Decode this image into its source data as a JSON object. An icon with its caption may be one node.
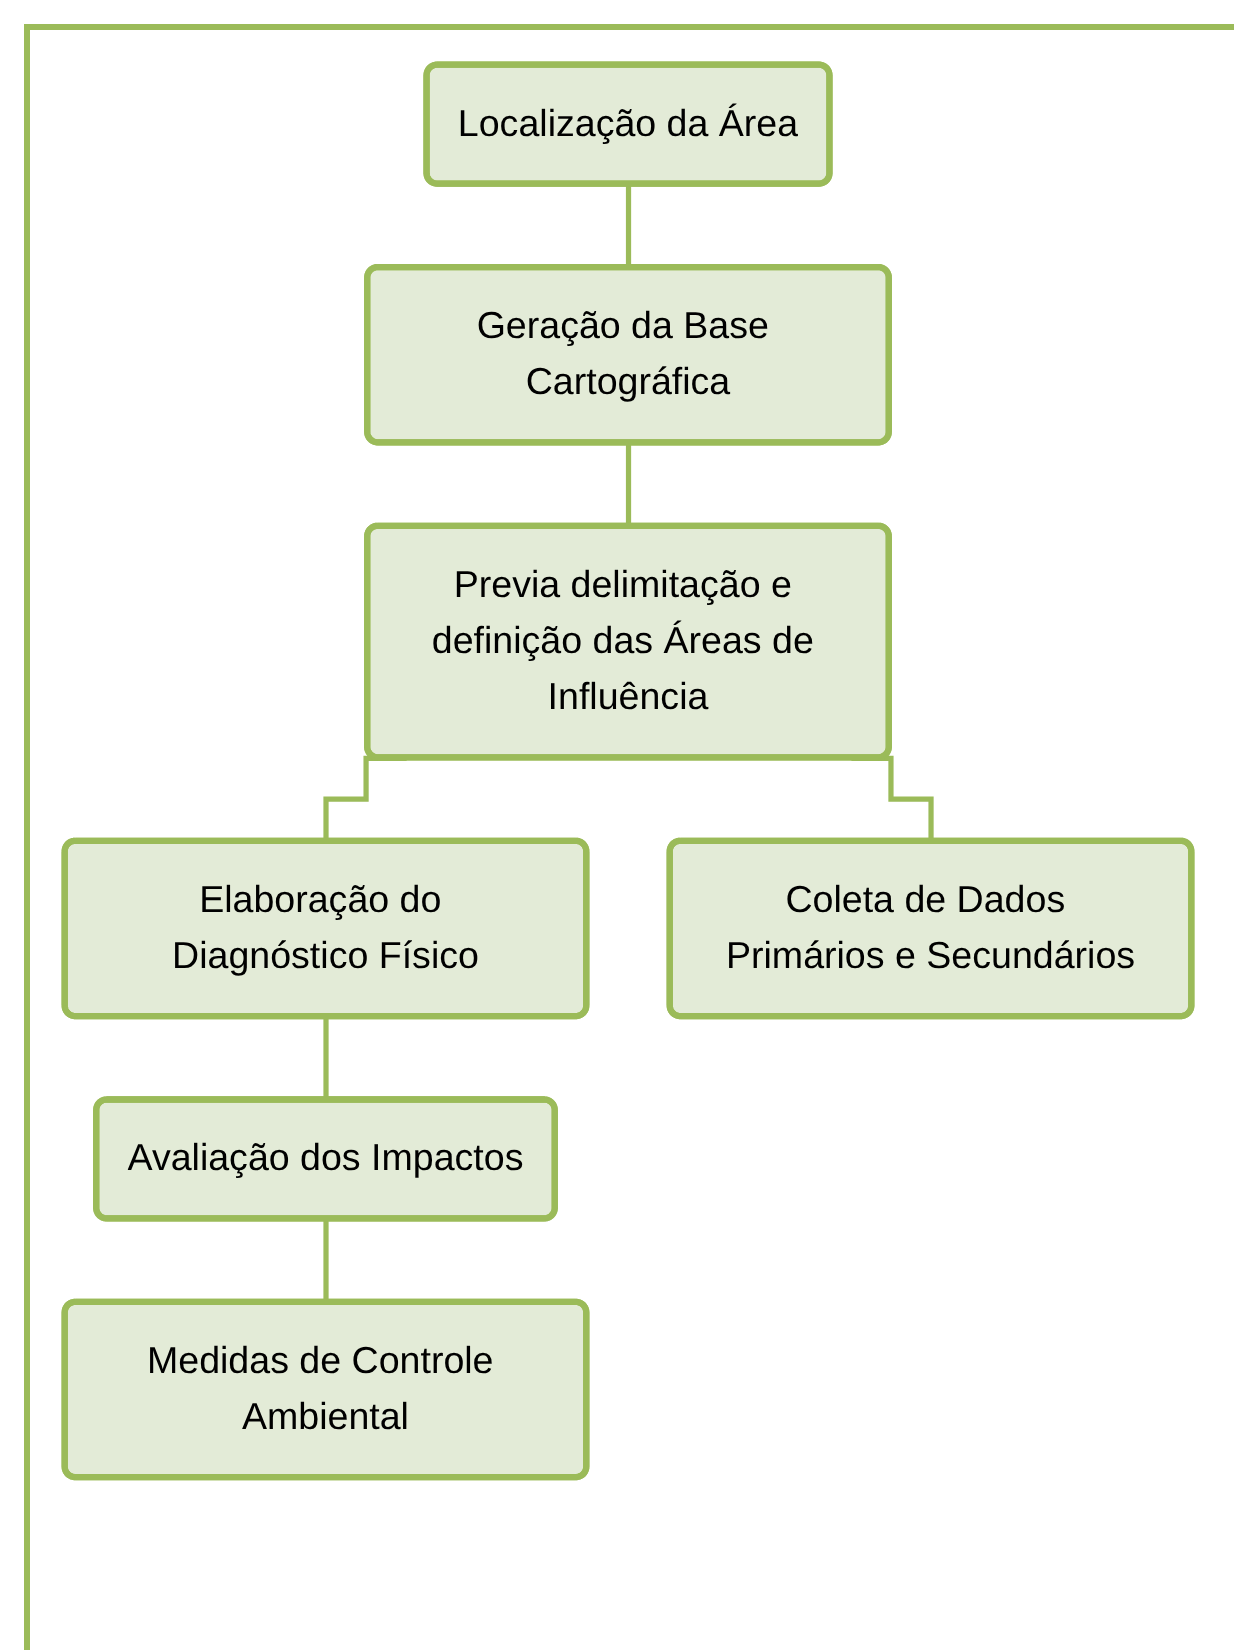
{
  "diagram": {
    "nodes": [
      {
        "text": [
          "Localização da Área"
        ]
      },
      {
        "text": [
          "Geração da Base Cartográfica"
        ]
      },
      {
        "text": [
          "Previa delimitação e definição das Áreas de Influência"
        ]
      },
      {
        "text": [
          "Elaboração do Diagnóstico Físico"
        ]
      },
      {
        "text": [
          "Coleta de Dados Primários e Secundários"
        ]
      },
      {
        "text": [
          "Avaliação dos Impactos"
        ]
      },
      {
        "text": [
          "Medidas de Controle Ambiental"
        ]
      }
    ],
    "edges": [
      {
        "from": 0,
        "to": 1,
        "arrow": "none"
      },
      {
        "from": 1,
        "to": 2,
        "arrow": "none"
      },
      {
        "from": 2,
        "to": 3,
        "arrow": "none"
      },
      {
        "from": 2,
        "to": 4,
        "arrow": "none"
      },
      {
        "from": 3,
        "to": 5,
        "arrow": "none"
      },
      {
        "from": 5,
        "to": 6,
        "arrow": "none"
      }
    ]
  }
}
